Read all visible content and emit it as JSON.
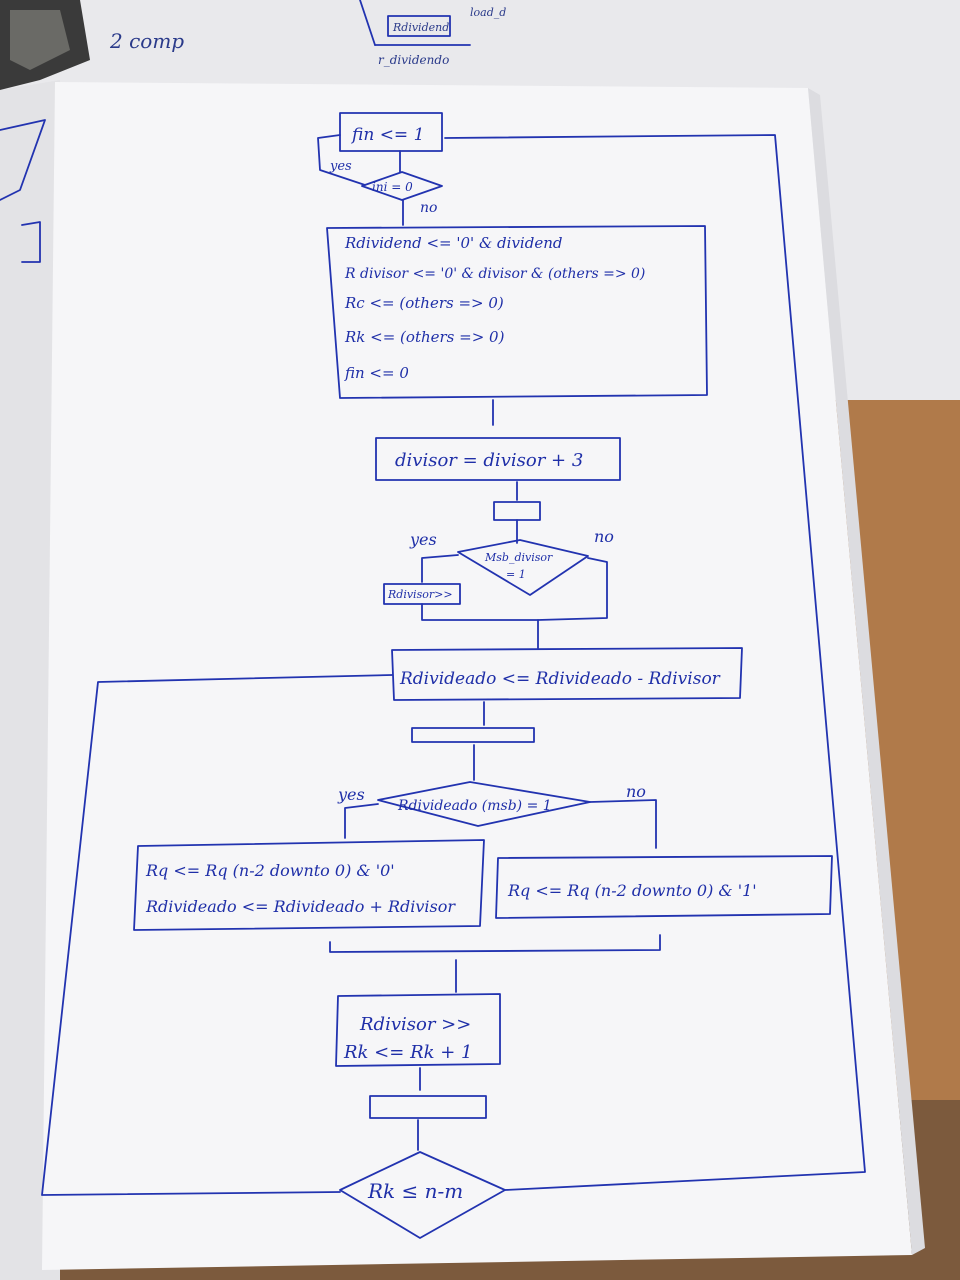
{
  "background_note": {
    "top_left_text": "2  comp",
    "top_box_label": "Rdividend",
    "top_side_label": "load_d",
    "top_bottom_label": "r_dividendo"
  },
  "flowchart": {
    "start_box": "fin <= 1",
    "start_decision": "ini = 0",
    "yes_label_1": "yes",
    "no_label_1": "no",
    "init_lines": [
      "Rdividend <= '0' & dividend",
      "R divisor  <= '0' & divisor & (others => 0)",
      "Rc        <= (others => 0)",
      "Rk        <= (others => 0)",
      "fin       <= 0"
    ],
    "divisor_box": "divisor = divisor + 3",
    "msb_decision_line1": "Msb_divisor",
    "msb_decision_line2": "= 1",
    "yes_label_2": "yes",
    "no_label_2": "no",
    "shift_box": "Rdivisor>>",
    "subtract_box": "Rdivideado <= Rdivideado - Rdivisor",
    "dividend_decision": "Rdivideado (msb) = 1",
    "yes_label_3": "yes",
    "no_label_3": "no",
    "yes_branch_line1": "Rq <= Rq (n-2 downto 0) & '0'",
    "yes_branch_line2": "Rdivideado <= Rdivideado + Rdivisor",
    "no_branch_line1": "Rq <= Rq (n-2 downto 0) & '1'",
    "update_line1": "Rdivisor >>",
    "update_line2": "Rk <= Rk + 1",
    "loop_decision": "Rk ≤ n-m"
  },
  "colors": {
    "ink": "#1f2fa8",
    "paper": "#f3f3f6",
    "desk": "#7f5c3f"
  }
}
